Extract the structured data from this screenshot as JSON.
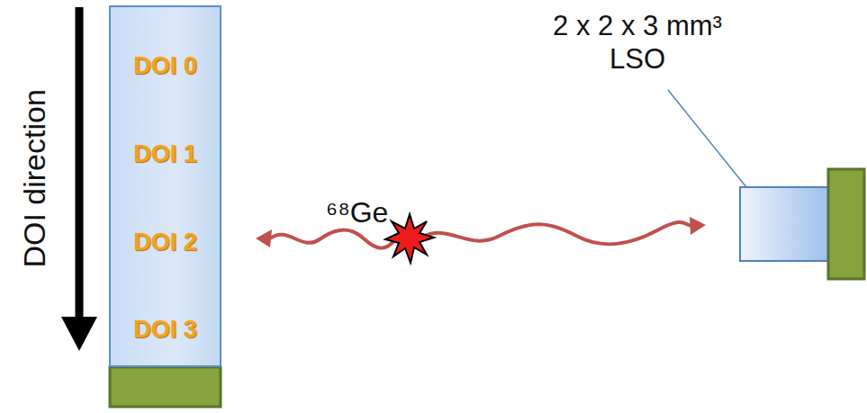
{
  "diagram": {
    "nodes": [
      {
        "text": [
          "DOI 0",
          "DOI 1",
          "DOI 2",
          "DOI 3"
        ]
      }
    ],
    "labels": [
      "DOI direction",
      "⁶⁸Ge",
      "2 x 2 x 3 mm³ LSO"
    ]
  }
}
